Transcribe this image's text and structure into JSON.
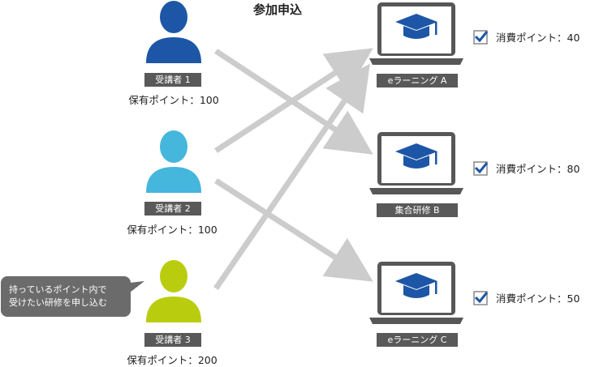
{
  "title": "参加申込",
  "participants": [
    {
      "label": "受講者 1",
      "points": "保有ポイント：100",
      "color": "#1d56a6"
    },
    {
      "label": "受講者 2",
      "points": "保有ポイント：100",
      "color": "#45b6dc"
    },
    {
      "label": "受講者 3",
      "points": "保有ポイント：200",
      "color": "#b9cd0e"
    }
  ],
  "courses": [
    {
      "label": "eラーニング A",
      "cost": "消費ポイント：40"
    },
    {
      "label": "集合研修 B",
      "cost": "消費ポイント：80"
    },
    {
      "label": "eラーニング C",
      "cost": "消費ポイント：50"
    }
  ],
  "note_lines": [
    "持っているポイント内で",
    "受けたい研修を申し込む"
  ],
  "colors": {
    "arrow": "#cccccc",
    "laptop": "#575757",
    "cap": "#1d56a6",
    "check": "#1d56a6"
  }
}
